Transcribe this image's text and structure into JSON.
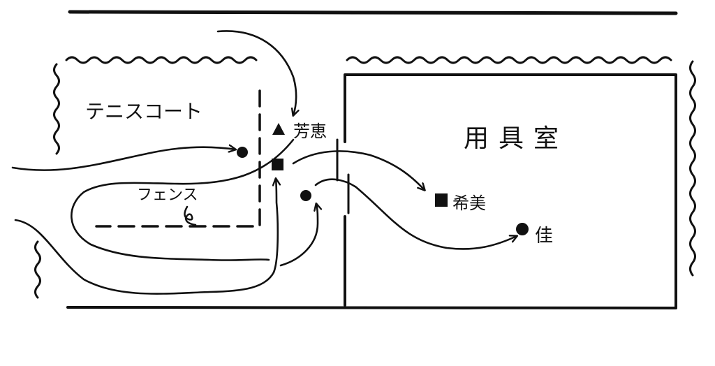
{
  "labels": {
    "tennis_court": "テニスコート",
    "fence": "フェンス",
    "storage_room": "用具室",
    "person_triangle": "芳恵",
    "person_square": "希美",
    "person_circle": "佳"
  },
  "colors": {
    "ink": "#111111",
    "background": "#ffffff"
  },
  "markers": {
    "triangle": "triangle-marker",
    "square": "square-marker",
    "circle": "circle-marker"
  }
}
